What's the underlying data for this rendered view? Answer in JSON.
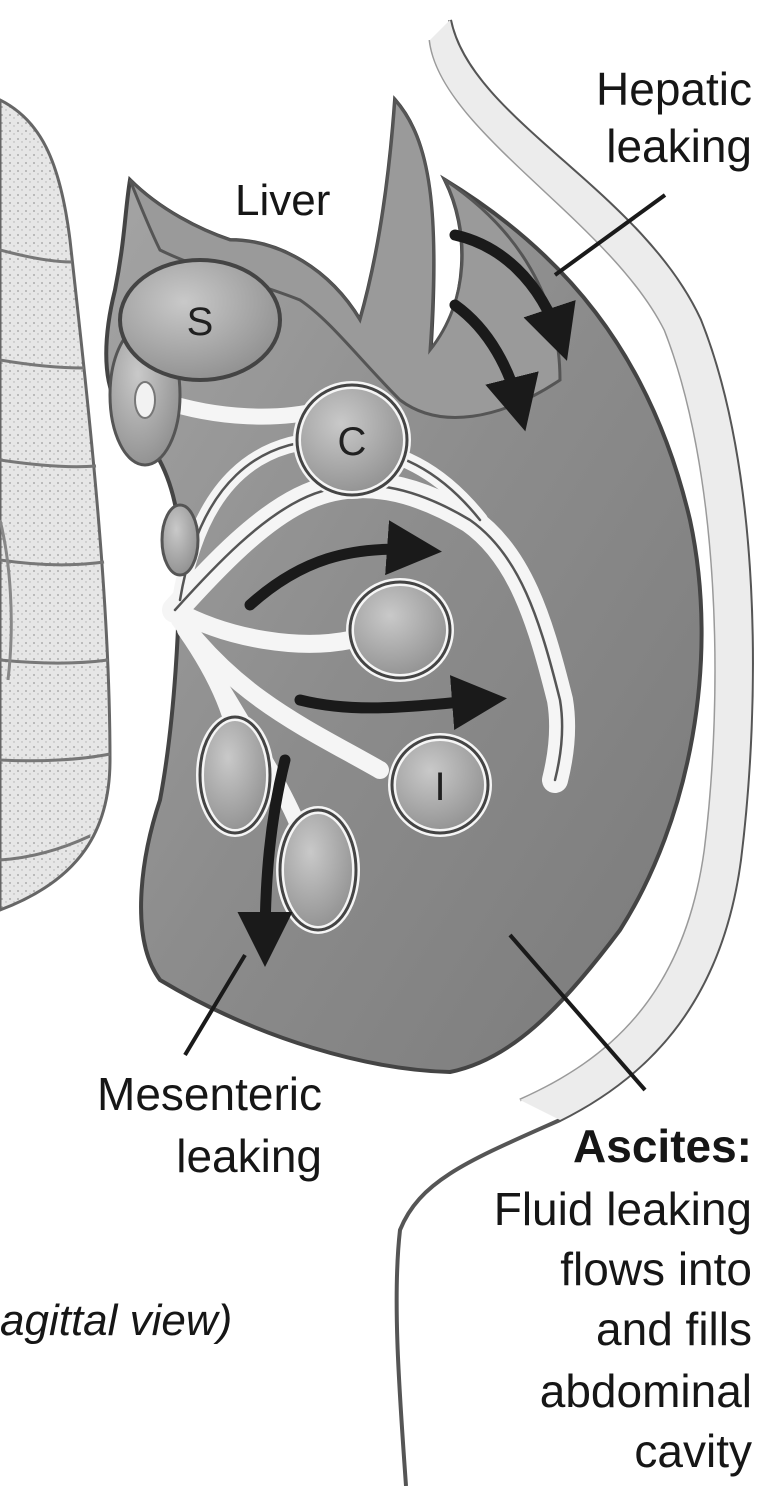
{
  "labels": {
    "liver": "Liver",
    "hepatic_1": "Hepatic",
    "hepatic_2": "leaking",
    "mesenteric_1": "Mesenteric",
    "mesenteric_2": "leaking",
    "ascites_title": "Ascites:",
    "ascites_1": "Fluid leaking",
    "ascites_2": "flows into",
    "ascites_3": "and fills",
    "ascites_4": "abdominal",
    "ascites_5": "cavity",
    "organ_s": "S",
    "organ_c": "C",
    "organ_i": "I",
    "view": "agittal view)"
  },
  "colors": {
    "fluid": "#8e8e8e",
    "organ": "#b0b0b0",
    "vessel": "#f6f6f6",
    "spine": "#e2e2e2",
    "arrow": "#1a1a1a"
  }
}
